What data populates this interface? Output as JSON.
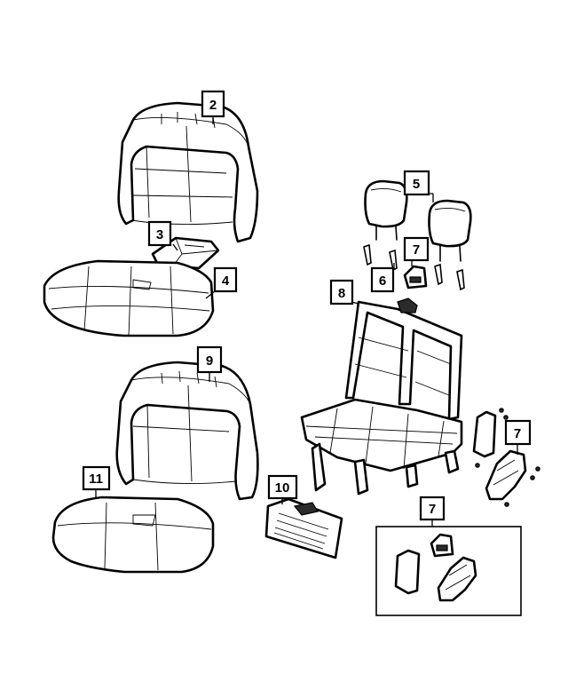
{
  "callouts": [
    {
      "id": "c2",
      "label": "2"
    },
    {
      "id": "c3",
      "label": "3"
    },
    {
      "id": "c4",
      "label": "4"
    },
    {
      "id": "c5",
      "label": "5"
    },
    {
      "id": "c6",
      "label": "6"
    },
    {
      "id": "c7a",
      "label": "7"
    },
    {
      "id": "c8",
      "label": "8"
    },
    {
      "id": "c9",
      "label": "9"
    },
    {
      "id": "c7b",
      "label": "7"
    },
    {
      "id": "c10",
      "label": "10"
    },
    {
      "id": "c11",
      "label": "11"
    },
    {
      "id": "c7c",
      "label": "7"
    }
  ]
}
